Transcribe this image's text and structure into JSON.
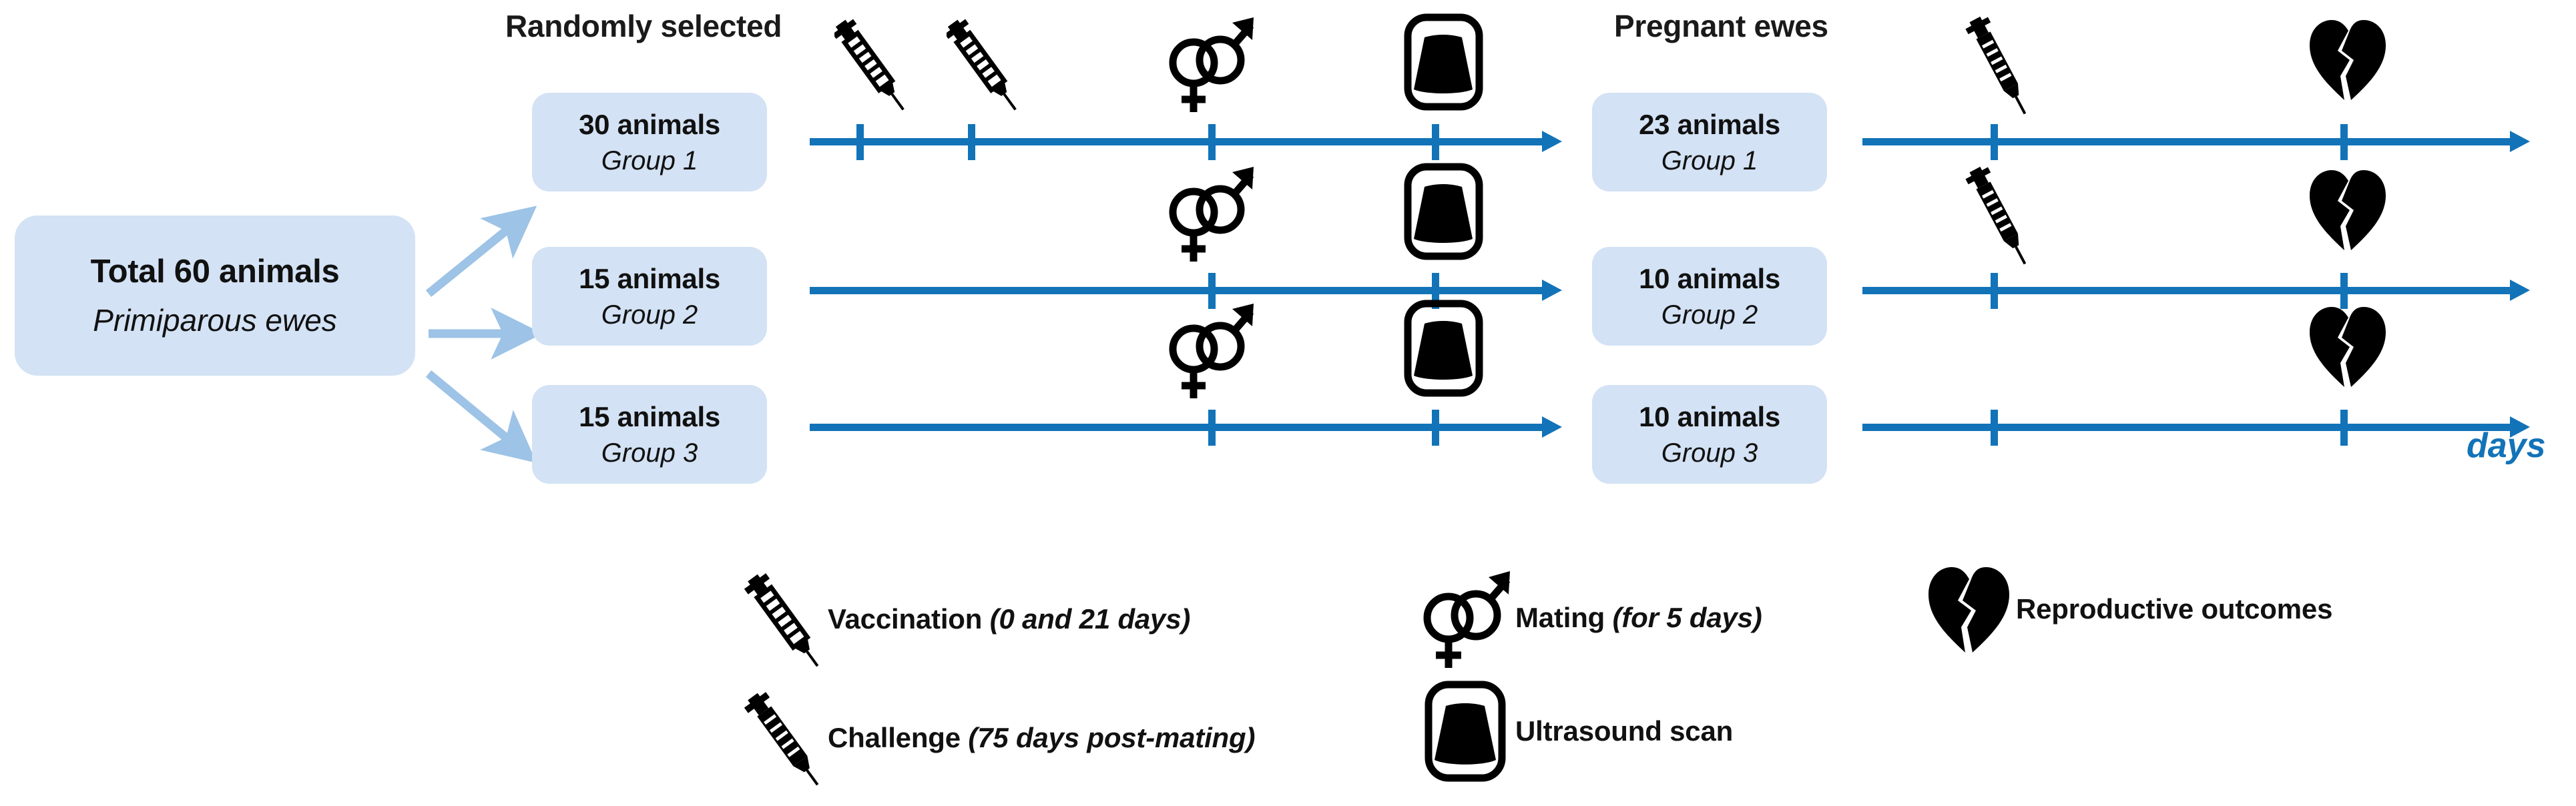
{
  "headers": {
    "left": "Randomly selected",
    "right": "Pregnant ewes"
  },
  "total_box": {
    "count": "Total 60 animals",
    "subtitle": "Primiparous ewes"
  },
  "left_groups": [
    {
      "count": "30 animals",
      "group": "Group 1"
    },
    {
      "count": "15 animals",
      "group": "Group 2"
    },
    {
      "count": "15 animals",
      "group": "Group 3"
    }
  ],
  "right_groups": [
    {
      "count": "23 animals",
      "group": "Group 1"
    },
    {
      "count": "10 animals",
      "group": "Group 2"
    },
    {
      "count": "10 animals",
      "group": "Group 3"
    }
  ],
  "axis_label": "days",
  "legend": [
    {
      "icon": "syringe-outline-icon",
      "label": "Vaccination",
      "detail": " (0 and 21 days)"
    },
    {
      "icon": "syringe-filled-icon",
      "label": "Challenge",
      "detail": " (75 days post-mating)"
    },
    {
      "icon": "mating-symbol-icon",
      "label": "Mating",
      "detail": " (for 5 days)"
    },
    {
      "icon": "ultrasound-scan-icon",
      "label": "Ultrasound scan",
      "detail": ""
    },
    {
      "icon": "broken-heart-icon",
      "label": "Reproductive outcomes",
      "detail": ""
    }
  ],
  "colors": {
    "timeline_blue": "#1273b8",
    "box_fill": "#d3e2f4",
    "arrow_blue": "#9dc3e6",
    "icon_black": "#000000"
  },
  "timelines": {
    "left": [
      {
        "group": "Group 1",
        "events": [
          "vaccination",
          "vaccination",
          "mating",
          "ultrasound"
        ]
      },
      {
        "group": "Group 2",
        "events": [
          "mating",
          "ultrasound"
        ]
      },
      {
        "group": "Group 3",
        "events": [
          "mating",
          "ultrasound"
        ]
      }
    ],
    "right": [
      {
        "group": "Group 1",
        "events": [
          "challenge",
          "reproductive-outcomes"
        ]
      },
      {
        "group": "Group 2",
        "events": [
          "challenge",
          "reproductive-outcomes"
        ]
      },
      {
        "group": "Group 3",
        "events": [
          "reproductive-outcomes"
        ]
      }
    ]
  }
}
